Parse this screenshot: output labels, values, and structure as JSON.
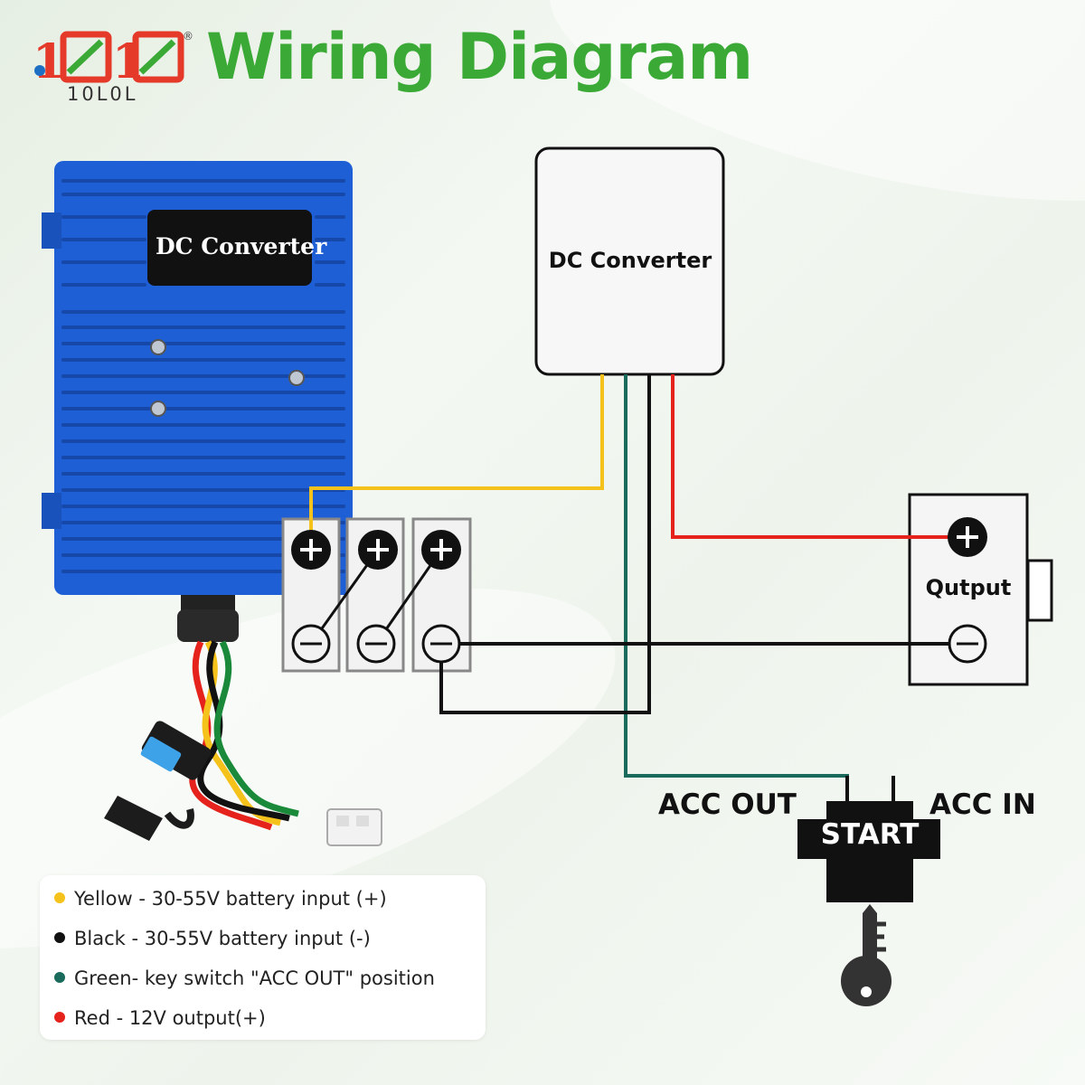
{
  "brand": {
    "logo_glyphs": "1010",
    "logo_text": "10L0L",
    "registered_mark": "®"
  },
  "title": "Wiring Diagram",
  "product_photo": {
    "label": "DC Converter"
  },
  "diagram": {
    "converter_box_label": "DC Converter",
    "output_box_label": "Qutput",
    "key_switch": {
      "acc_out_label": "ACC OUT",
      "acc_in_label": "ACC IN",
      "start_label": "START"
    },
    "terminal_symbols": {
      "plus": "+",
      "minus": "−"
    }
  },
  "legend": [
    {
      "color": "#f5c21b",
      "text": "Yellow - 30-55V battery input (+)"
    },
    {
      "color": "#111111",
      "text": "Black - 30-55V battery input (-)"
    },
    {
      "color": "#1a6b5c",
      "text": "Green- key switch \"ACC OUT\" position"
    },
    {
      "color": "#e5221b",
      "text": "Red - 12V output(+)"
    }
  ],
  "colors": {
    "title_green": "#3aa935",
    "wire_yellow": "#f5c21b",
    "wire_black": "#111111",
    "wire_green": "#1a6b5c",
    "wire_red": "#e5221b",
    "converter_blue": "#1f5fd6"
  }
}
